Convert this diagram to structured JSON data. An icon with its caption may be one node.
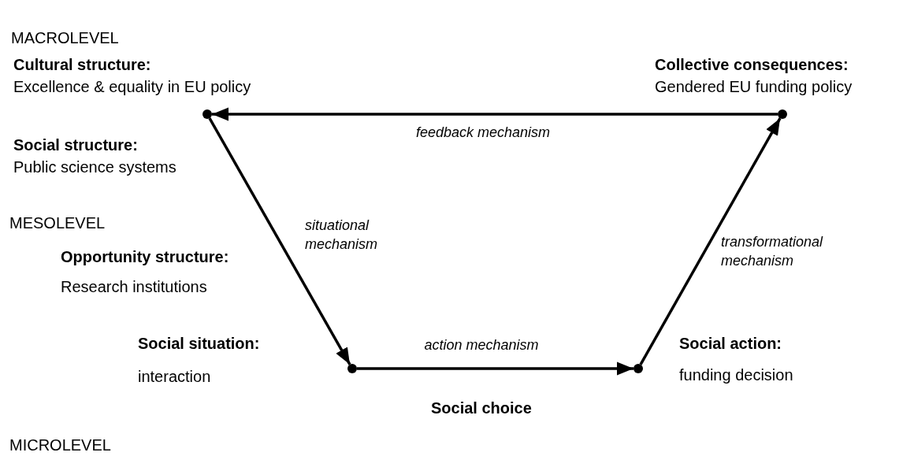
{
  "diagram": {
    "nodes": [
      {
        "text": [],
        "shape": "circle"
      },
      {
        "text": [],
        "shape": "circle"
      },
      {
        "text": [],
        "shape": "circle"
      },
      {
        "text": [],
        "shape": "circle"
      }
    ],
    "edges": [
      {
        "from": 1,
        "to": 0,
        "arrow": "to",
        "label": "feedback mechanism"
      },
      {
        "from": 0,
        "to": 2,
        "arrow": "to",
        "label": "situational mechanism"
      },
      {
        "from": 2,
        "to": 3,
        "arrow": "to",
        "label": "action mechanism"
      },
      {
        "from": 3,
        "to": 1,
        "arrow": "to",
        "label": "transformational mechanism"
      }
    ],
    "labels": [
      "MACROLEVEL",
      "Cultural structure:",
      "Excellence & equality in EU policy",
      "Collective consequences:",
      "Gendered EU funding policy",
      "Social structure:",
      "Public science systems",
      "MESOLEVEL",
      "Opportunity structure:",
      "Research institutions",
      "Social situation:",
      "interaction",
      "Social action:",
      "funding decision",
      "Social choice",
      "MICROLEVEL"
    ]
  }
}
